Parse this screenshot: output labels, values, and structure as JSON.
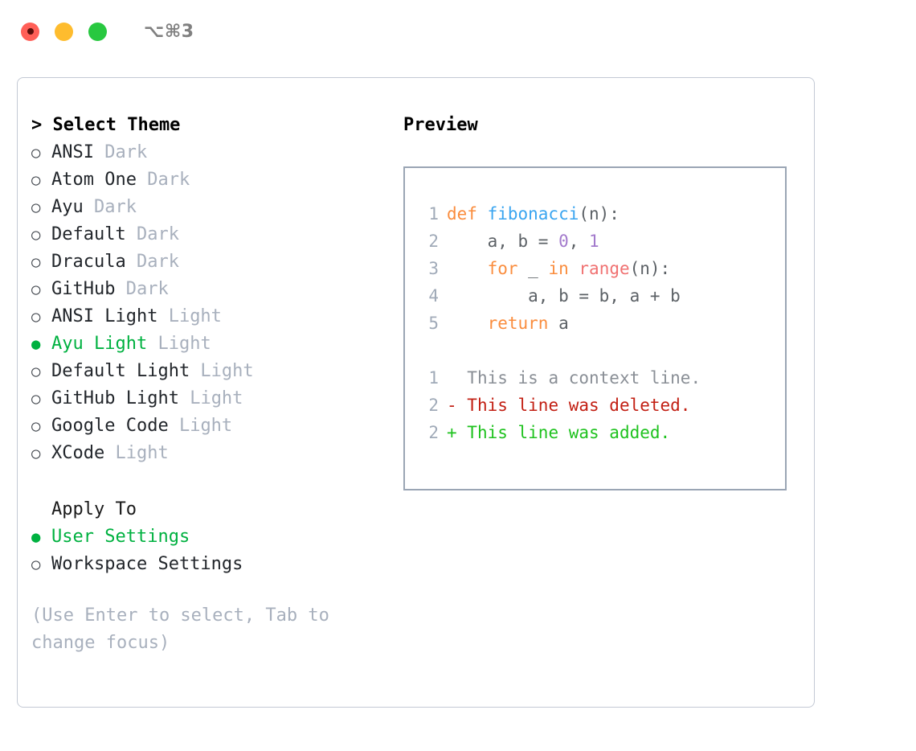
{
  "titlebar": {
    "shortcut": "⌥⌘3",
    "dots": [
      {
        "name": "close",
        "color": "#ff5f57"
      },
      {
        "name": "minimize",
        "color": "#febc2e"
      },
      {
        "name": "maximize",
        "color": "#28c840"
      }
    ]
  },
  "theme_picker": {
    "heading": "> Select Theme",
    "items": [
      {
        "marker": "○",
        "label": "ANSI",
        "tag": "Dark",
        "selected": false
      },
      {
        "marker": "○",
        "label": "Atom One",
        "tag": "Dark",
        "selected": false
      },
      {
        "marker": "○",
        "label": "Ayu",
        "tag": "Dark",
        "selected": false
      },
      {
        "marker": "○",
        "label": "Default",
        "tag": "Dark",
        "selected": false
      },
      {
        "marker": "○",
        "label": "Dracula",
        "tag": "Dark",
        "selected": false
      },
      {
        "marker": "○",
        "label": "GitHub",
        "tag": "Dark",
        "selected": false
      },
      {
        "marker": "○",
        "label": "ANSI Light",
        "tag": "Light",
        "selected": false
      },
      {
        "marker": "●",
        "label": "Ayu Light",
        "tag": "Light",
        "selected": true
      },
      {
        "marker": "○",
        "label": "Default Light",
        "tag": "Light",
        "selected": false
      },
      {
        "marker": "○",
        "label": "GitHub Light",
        "tag": "Light",
        "selected": false
      },
      {
        "marker": "○",
        "label": "Google Code",
        "tag": "Light",
        "selected": false
      },
      {
        "marker": "○",
        "label": "XCode",
        "tag": "Light",
        "selected": false
      }
    ]
  },
  "apply_to": {
    "heading": "Apply To",
    "items": [
      {
        "marker": "●",
        "label": "User Settings",
        "selected": true
      },
      {
        "marker": "○",
        "label": "Workspace Settings",
        "selected": false
      }
    ]
  },
  "hint": "(Use Enter to select, Tab to change focus)",
  "preview": {
    "title": "Preview",
    "code_lines": [
      {
        "number": "1",
        "tokens": [
          {
            "text": "def ",
            "type": "keyword"
          },
          {
            "text": "fibonacci",
            "type": "function"
          },
          {
            "text": "(n):",
            "type": "plain"
          }
        ]
      },
      {
        "number": "2",
        "tokens": [
          {
            "text": "    a, b = ",
            "type": "plain"
          },
          {
            "text": "0",
            "type": "number"
          },
          {
            "text": ", ",
            "type": "plain"
          },
          {
            "text": "1",
            "type": "number"
          }
        ]
      },
      {
        "number": "3",
        "tokens": [
          {
            "text": "    ",
            "type": "plain"
          },
          {
            "text": "for",
            "type": "keyword"
          },
          {
            "text": " _ ",
            "type": "plain"
          },
          {
            "text": "in",
            "type": "keyword"
          },
          {
            "text": " ",
            "type": "plain"
          },
          {
            "text": "range",
            "type": "builtin"
          },
          {
            "text": "(n):",
            "type": "plain"
          }
        ]
      },
      {
        "number": "4",
        "tokens": [
          {
            "text": "        a, b = b, a + b",
            "type": "plain"
          }
        ]
      },
      {
        "number": "5",
        "tokens": [
          {
            "text": "    ",
            "type": "plain"
          },
          {
            "text": "return",
            "type": "keyword"
          },
          {
            "text": " a",
            "type": "plain"
          }
        ]
      }
    ],
    "diff_lines": [
      {
        "number": "1",
        "sign": " ",
        "text": " This is a context line.",
        "type": "context"
      },
      {
        "number": "2",
        "sign": "-",
        "text": " This line was deleted.",
        "type": "deleted"
      },
      {
        "number": "2",
        "sign": "+",
        "text": " This line was added.",
        "type": "added"
      }
    ]
  },
  "colors": {
    "accent_green": "#00b140",
    "tag_gray": "#a8b0bd",
    "keyword": "#fa8d3e",
    "function": "#3aa5f0",
    "number": "#a37acc",
    "builtin": "#f07171",
    "plain": "#5c6166",
    "line_number": "#a0aab8",
    "diff_deleted": "#c21f13",
    "diff_added": "#1ec21e",
    "border": "#9aa5b4"
  }
}
